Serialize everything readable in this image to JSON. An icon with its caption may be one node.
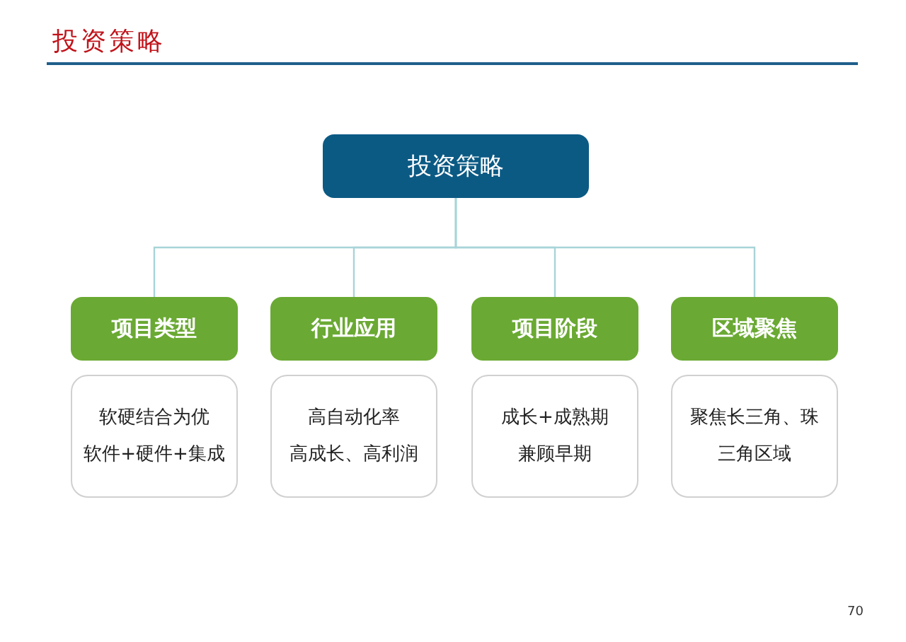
{
  "diagram": {
    "title": "投资策略",
    "nodes": [
      {
        "text": [
          "投资策略"
        ]
      },
      {
        "text": [
          "项目类型"
        ]
      },
      {
        "text": [
          "行业应用"
        ]
      },
      {
        "text": [
          "项目阶段"
        ]
      },
      {
        "text": [
          "区域聚焦"
        ]
      },
      {
        "text": [
          "软硬结合为优",
          "软件+硬件+集成"
        ]
      },
      {
        "text": [
          "高自动化率",
          "高成长、高利润"
        ]
      },
      {
        "text": [
          "成长+成熟期",
          "兼顾早期"
        ]
      },
      {
        "text": [
          "聚焦长三角、珠三角区域"
        ]
      }
    ],
    "edges": [
      {
        "from": 0,
        "to": 1,
        "arrow": "none"
      },
      {
        "from": 0,
        "to": 2,
        "arrow": "none"
      },
      {
        "from": 0,
        "to": 3,
        "arrow": "none"
      },
      {
        "from": 0,
        "to": 4,
        "arrow": "none"
      }
    ],
    "labels": [
      "70"
    ]
  }
}
